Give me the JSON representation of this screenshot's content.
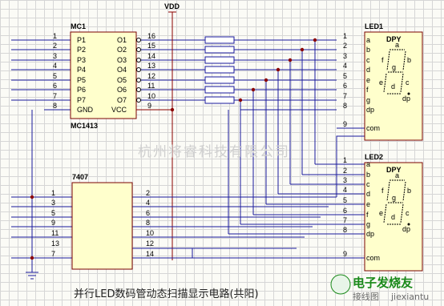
{
  "mc1": {
    "ref": "MC1",
    "part": "MC1413",
    "in_pins": [
      "1",
      "2",
      "3",
      "4",
      "5",
      "6",
      "7",
      "8"
    ],
    "in_labels": [
      "P1",
      "P2",
      "P3",
      "P4",
      "P5",
      "P6",
      "P7",
      "GND"
    ],
    "out_labels": [
      "O1",
      "O2",
      "O3",
      "O4",
      "O5",
      "O6",
      "O7",
      "VCC"
    ],
    "out_pins": [
      "16",
      "15",
      "14",
      "13",
      "12",
      "11",
      "10",
      "9"
    ]
  },
  "vdd": "VDD",
  "led1": {
    "ref": "LED1",
    "title": "DPY",
    "pin_nums": [
      "1",
      "2",
      "3",
      "4",
      "5",
      "6",
      "7",
      "8",
      "9"
    ],
    "pin_names": [
      "a",
      "b",
      "c",
      "d",
      "e",
      "f",
      "g",
      "dp",
      "com"
    ],
    "seg_labels": [
      "a",
      "b",
      "c",
      "d",
      "e",
      "f",
      "g",
      "dp"
    ]
  },
  "led2": {
    "ref": "LED2",
    "title": "DPY",
    "pin_nums": [
      "1",
      "2",
      "3",
      "4",
      "5",
      "6",
      "7",
      "8",
      "9"
    ],
    "pin_names": [
      "a",
      "b",
      "c",
      "d",
      "e",
      "f",
      "g",
      "dp",
      "com"
    ],
    "seg_labels": [
      "a",
      "b",
      "c",
      "d",
      "e",
      "f",
      "g",
      "dp"
    ]
  },
  "u7407": {
    "ref": "7407",
    "in_pins": [
      "1",
      "3",
      "5",
      "9",
      "11",
      "13",
      "7"
    ],
    "out_pins": [
      "2",
      "4",
      "6",
      "8",
      "10",
      "12",
      "14"
    ]
  },
  "watermark": "杭州将睿科技有限公司",
  "caption": "并行LED数码管动态扫描显示电路(共阳)",
  "logo": {
    "line1": "电子发烧友",
    "line2": "接线图",
    "url": "jiexiantu"
  }
}
